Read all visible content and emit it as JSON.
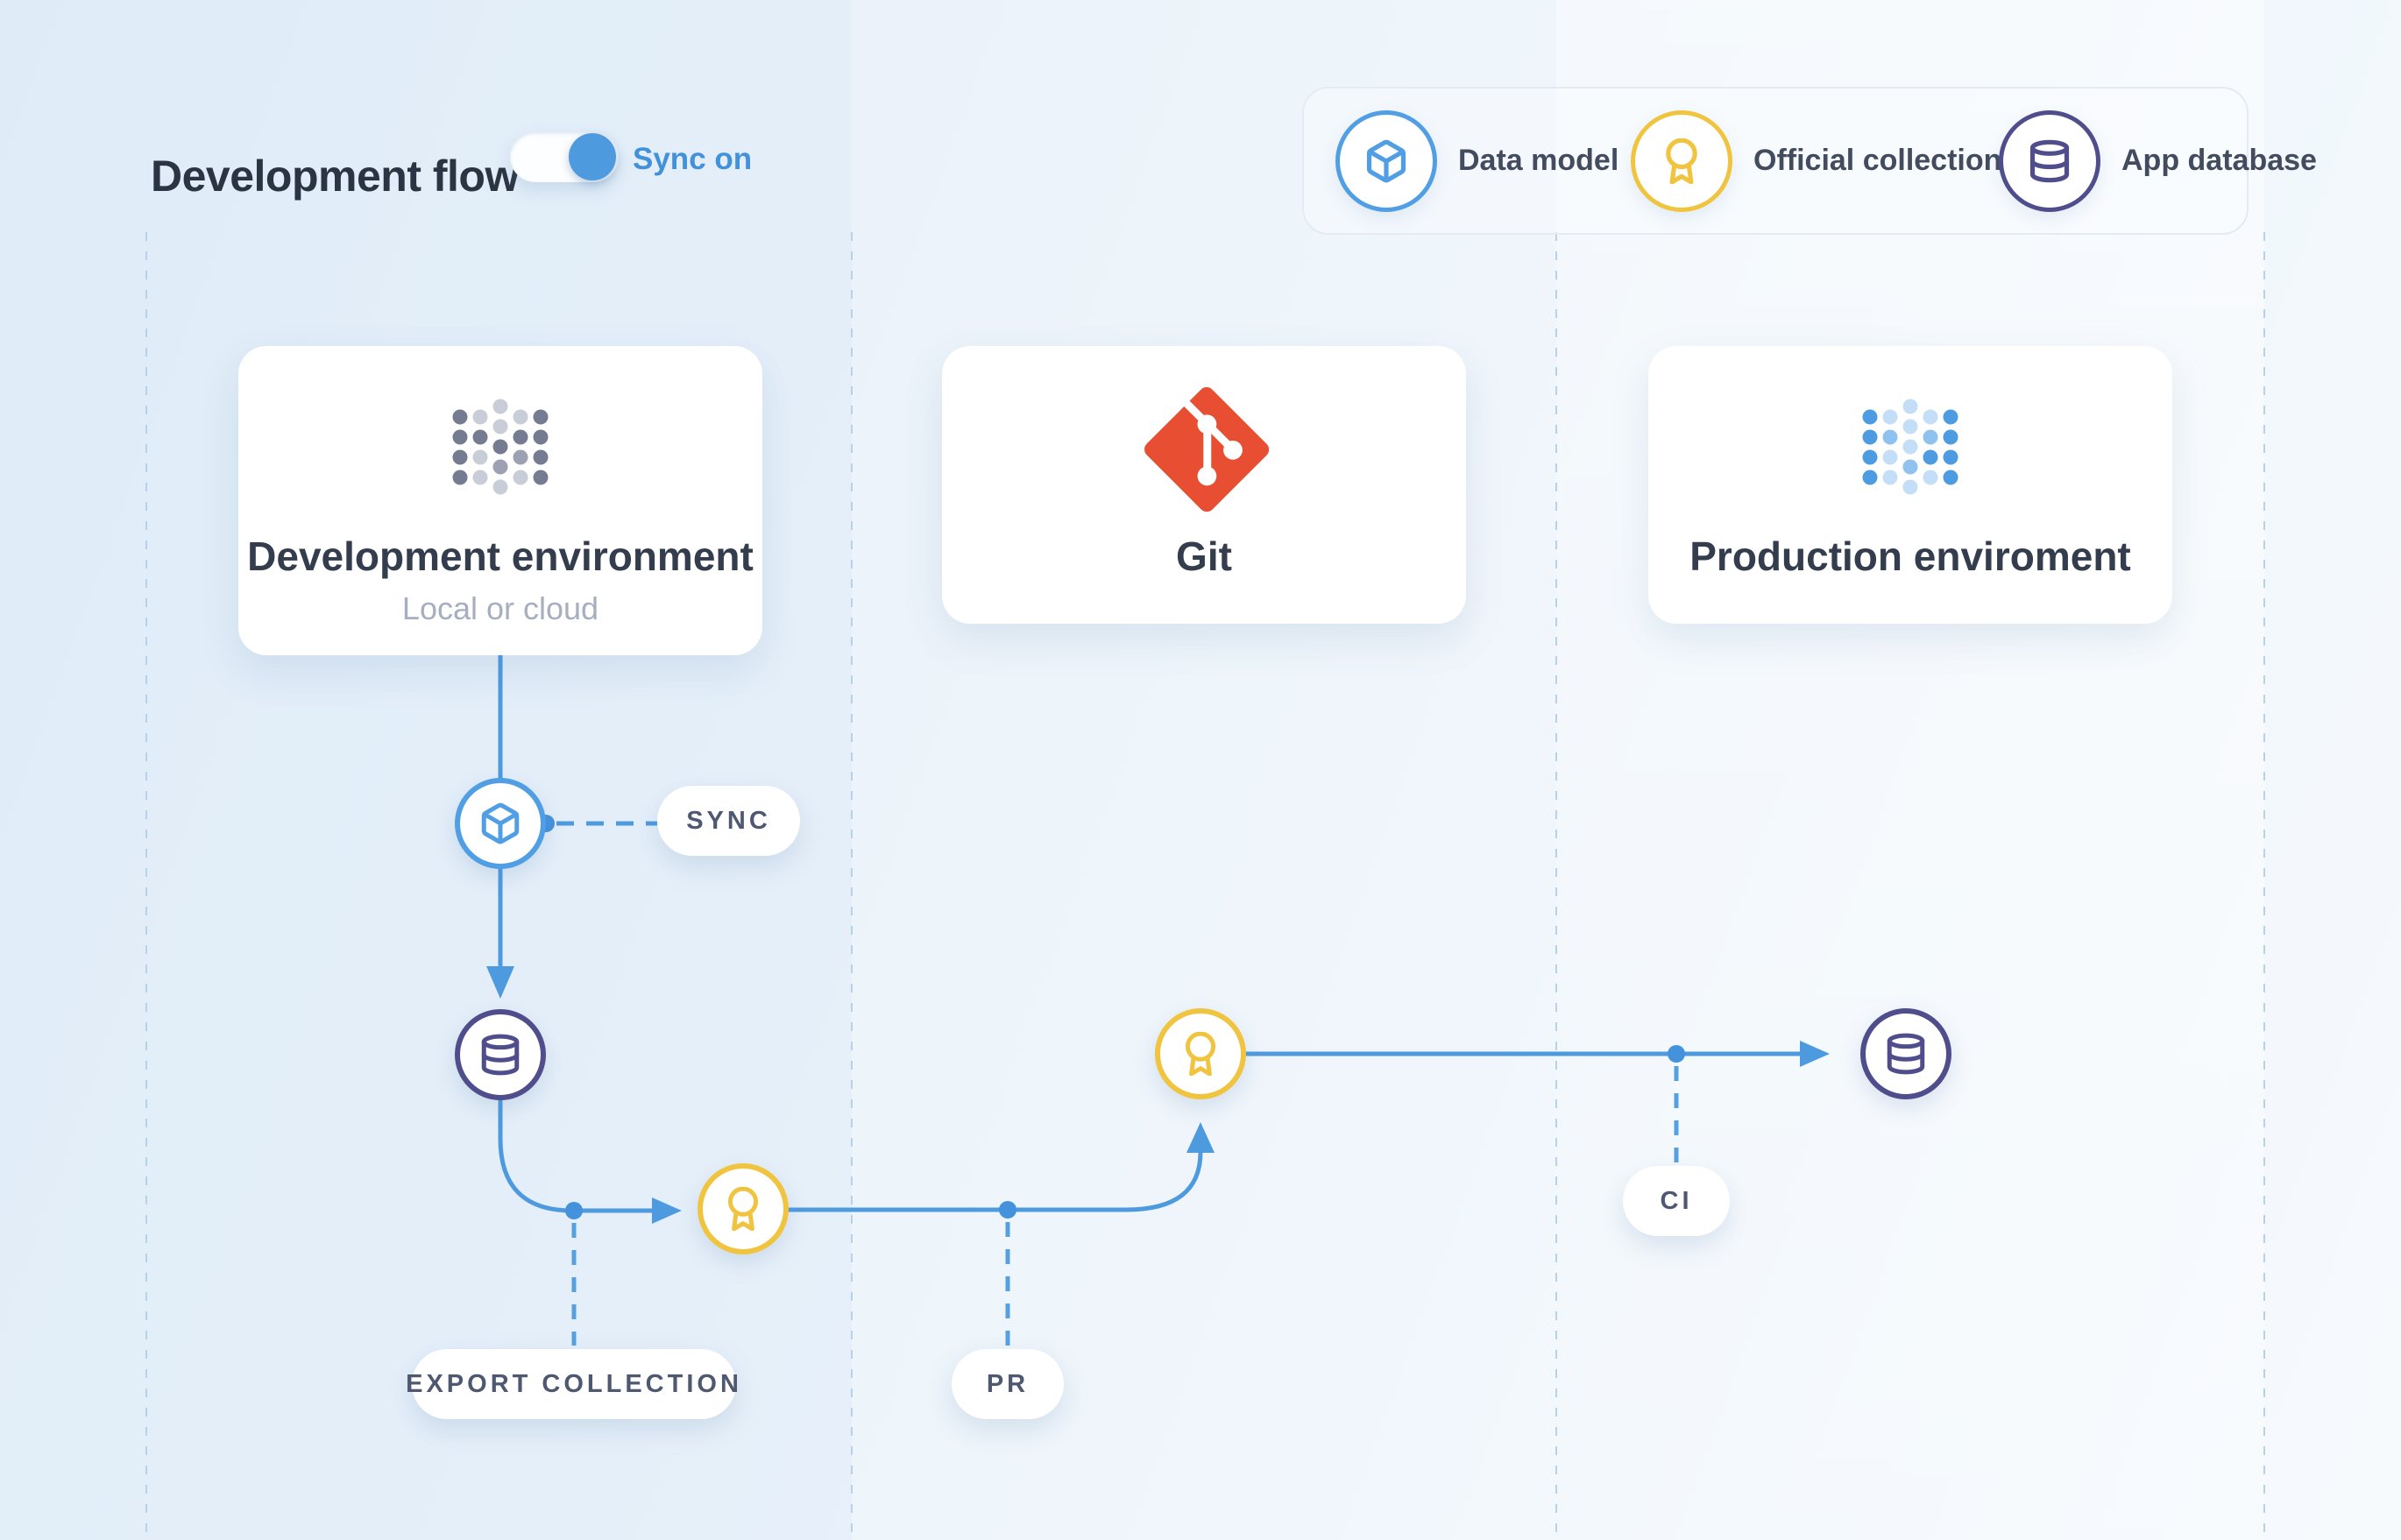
{
  "header": {
    "title": "Development flow",
    "toggle": {
      "label": "Sync on",
      "state": "on"
    }
  },
  "legend": {
    "items": [
      {
        "id": "data-model",
        "label": "Data model",
        "icon": "cube",
        "color": "#509EE3"
      },
      {
        "id": "official-collection",
        "label": "Official collection",
        "icon": "award",
        "color": "#F0C43F"
      },
      {
        "id": "app-database",
        "label": "App database",
        "icon": "database",
        "color": "#504D8D"
      }
    ]
  },
  "cards": [
    {
      "id": "development-environment",
      "title": "Development environment",
      "subtitle": "Local or cloud",
      "logo": "metabase-dots-gray"
    },
    {
      "id": "git",
      "title": "Git",
      "subtitle": "",
      "logo": "git"
    },
    {
      "id": "production-environment",
      "title": "Production enviroment",
      "subtitle": "",
      "logo": "metabase-dots-blue"
    }
  ],
  "diagram": {
    "labels": {
      "sync": "SYNC",
      "export_collection": "EXPORT COLLECTION",
      "pr": "PR",
      "ci": "CI"
    },
    "nodes": [
      {
        "id": "sync-data-model",
        "icon": "cube",
        "color": "#509EE3"
      },
      {
        "id": "dev-app-database",
        "icon": "database",
        "color": "#504D8D"
      },
      {
        "id": "export-collection-node",
        "icon": "award",
        "color": "#F0C43F"
      },
      {
        "id": "git-collection-node",
        "icon": "award",
        "color": "#F0C43F"
      },
      {
        "id": "prod-app-database",
        "icon": "database",
        "color": "#504D8D"
      }
    ]
  },
  "colors": {
    "line_blue": "#4E9ADF",
    "dot_blue": "#4492DC",
    "dashed_blue": "#57A0E0",
    "separator": "#B7D2E8",
    "accent_text": "#4191DB",
    "text_dark": "#2B3442",
    "card_title": "#333D4E",
    "muted": "#A6AEBF",
    "pill_text": "#4E5870",
    "legend_text": "#424C5E",
    "git_orange": "#E84E31",
    "logo_gray": {
      "dark": "#757B90",
      "medium": "#9CA2B4",
      "light": "#C9CDD8"
    },
    "logo_blue": {
      "dark": "#4D9BE0",
      "medium": "#8FC2EE",
      "light": "#C3DEF6"
    }
  }
}
